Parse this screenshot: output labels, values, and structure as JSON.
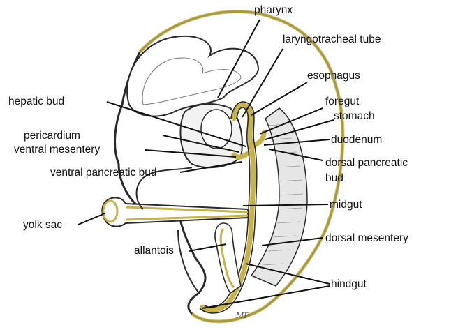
{
  "colors": {
    "endoderm": "#c8b34a",
    "outline": "#2a2a2a",
    "leader": "#111111",
    "mesentery": "#bdbdbd"
  },
  "labels": {
    "pharynx": "pharynx",
    "laryngotracheal_tube": "laryngotracheal tube",
    "esophagus": "esophagus",
    "hepatic_bud": "hepatic bud",
    "foregut": "foregut",
    "stomach": "stomach",
    "pericardium": "pericardium",
    "ventral_mesentery": "ventral mesentery",
    "duodenum": "duodenum",
    "ventral_pancreatic_bud": "ventral pancreatic bud",
    "dorsal_pancreatic_bud_line1": "dorsal pancreatic",
    "dorsal_pancreatic_bud_line2": "bud",
    "midgut": "midgut",
    "yolk_sac": "yolk sac",
    "dorsal_mesentery": "dorsal mesentery",
    "allantois": "allantois",
    "hindgut": "hindgut"
  },
  "signature": "MF"
}
